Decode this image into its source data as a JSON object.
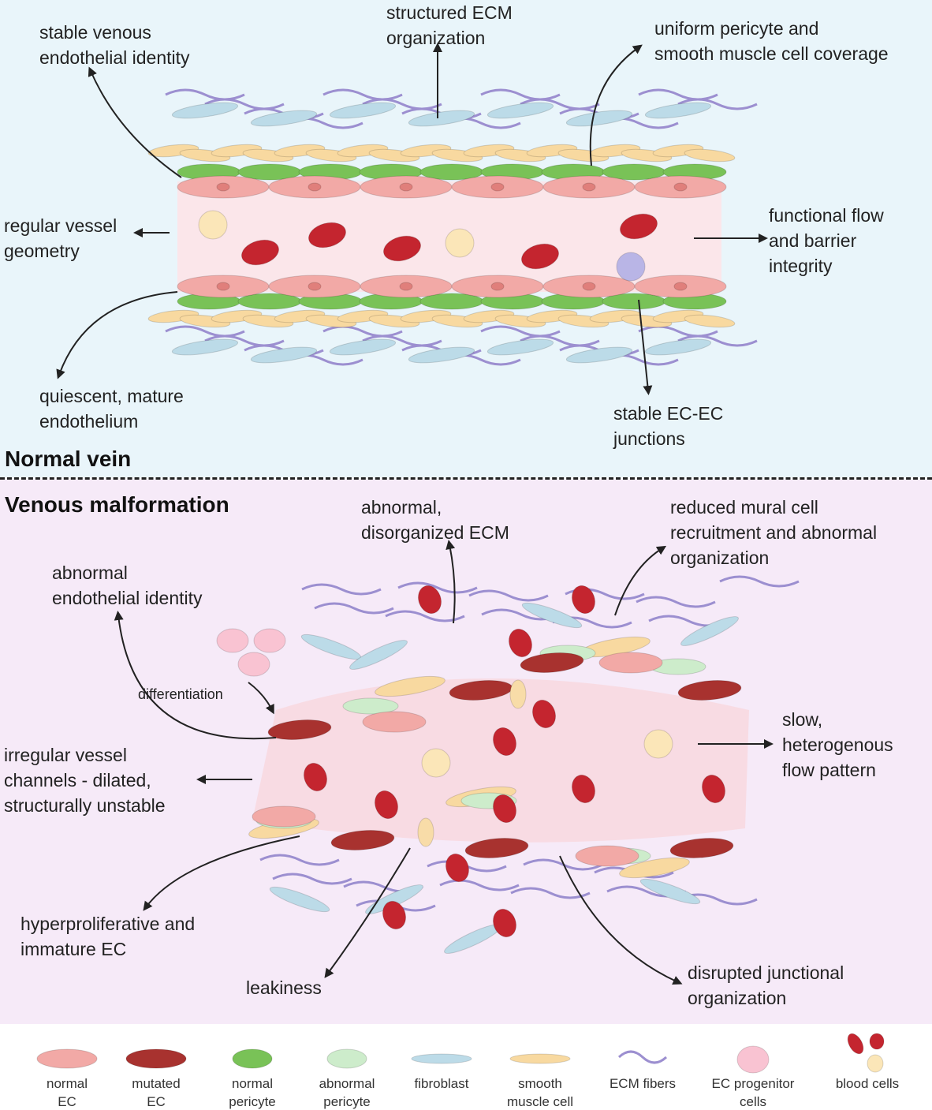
{
  "normal_vein": {
    "title": "Normal vein",
    "labels": {
      "identity": "stable venous\nendothelial identity",
      "ecm": "structured ECM\norganization",
      "coverage": "uniform pericyte and\nsmooth muscle cell coverage",
      "geometry": "regular vessel\ngeometry",
      "flow": "functional flow\nand barrier\nintegrity",
      "endothelium": "quiescent, mature\nendothelium",
      "junctions": "stable EC-EC\njunctions"
    }
  },
  "malformation": {
    "title": "Venous malformation",
    "labels": {
      "ecm": "abnormal,\ndisorganized ECM",
      "mural": "reduced mural cell\nrecruitment and abnormal\norganization",
      "identity": "abnormal\nendothelial identity",
      "differentiation": "differentiation",
      "channels": "irregular vessel\nchannels - dilated,\nstructurally unstable",
      "flow": "slow,\nheterogenous\nflow pattern",
      "hyper": "hyperproliferative and\nimmature EC",
      "leakiness": "leakiness",
      "junctional": "disrupted junctional\norganization"
    }
  },
  "legend": [
    {
      "label": "normal\nEC",
      "color": "#f2a9a6"
    },
    {
      "label": "mutated\nEC",
      "color": "#a8322f"
    },
    {
      "label": "normal\npericyte",
      "color": "#79c257"
    },
    {
      "label": "abnormal\npericyte",
      "color": "#cdeccb"
    },
    {
      "label": "fibroblast",
      "color": "#bcdbe8"
    },
    {
      "label": "smooth\nmuscle cell",
      "color": "#f8d9a0"
    },
    {
      "label": "ECM fibers",
      "color": "#9c8fd0"
    },
    {
      "label": "EC progenitor\ncells",
      "color": "#f9c3d2"
    },
    {
      "label": "blood cells",
      "color": "#c4252f"
    }
  ]
}
